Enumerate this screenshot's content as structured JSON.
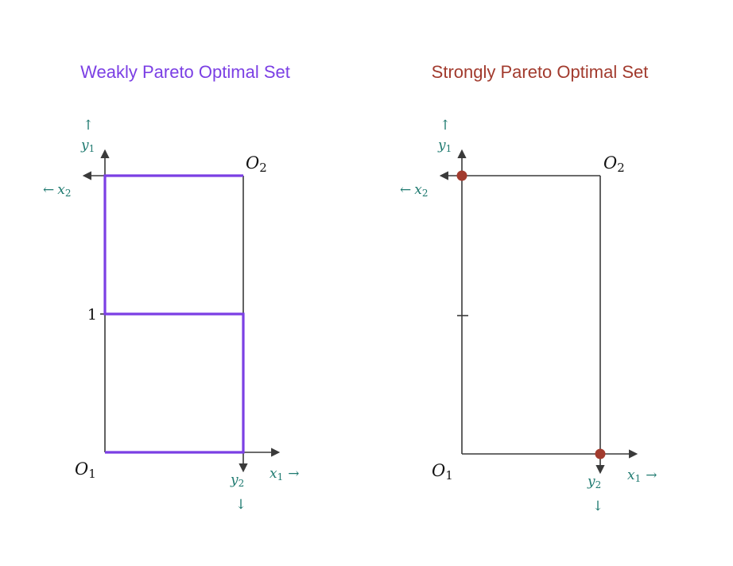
{
  "colors": {
    "weak": "#7b3fe4",
    "strong": "#a23b2e",
    "axis": "#3a3a3a",
    "label": "#1f7a70"
  },
  "panels": [
    {
      "title": "Weakly Pareto Optimal Set",
      "origin1": "O",
      "origin1_sub": "1",
      "origin2": "O",
      "origin2_sub": "2",
      "x1": "x",
      "x1_sub": "1",
      "x1_arrow": "→",
      "x2": "x",
      "x2_sub": "2",
      "x2_arrow": "←",
      "y1": "y",
      "y1_sub": "1",
      "y1_arrow": "↑",
      "y2": "y",
      "y2_sub": "2",
      "y2_arrow": "↓",
      "tick": "1"
    },
    {
      "title": "Strongly Pareto Optimal Set",
      "origin1": "O",
      "origin1_sub": "1",
      "origin2": "O",
      "origin2_sub": "2",
      "x1": "x",
      "x1_sub": "1",
      "x1_arrow": "→",
      "x2": "x",
      "x2_sub": "2",
      "x2_arrow": "←",
      "y1": "y",
      "y1_sub": "1",
      "y1_arrow": "↑",
      "y2": "y",
      "y2_sub": "2",
      "y2_arrow": "↓"
    }
  ]
}
